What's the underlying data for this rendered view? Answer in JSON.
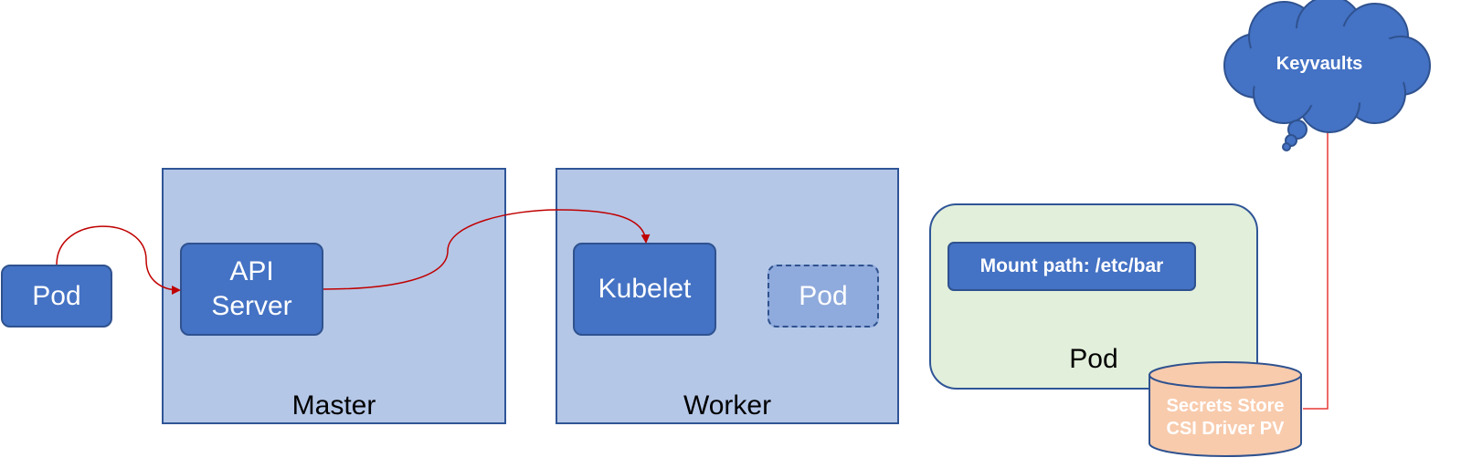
{
  "nodes": {
    "external_pod": "Pod",
    "api_server_line1": "API",
    "api_server_line2": "Server",
    "kubelet": "Kubelet",
    "worker_pod": "Pod",
    "mount_path": "Mount path: /etc/bar",
    "app_pod_label": "Pod",
    "csi_line1": "Secrets Store",
    "csi_line2": "CSI Driver PV",
    "keyvaults": "Keyvaults"
  },
  "containers": {
    "master": "Master",
    "worker": "Worker"
  },
  "colors": {
    "node_fill": "#4472c4",
    "node_border": "#2f528f",
    "container_fill": "#b4c7e7",
    "pod_box_fill": "#e2efda",
    "cylinder_fill": "#f8cbad",
    "arrow": "#c00000"
  }
}
